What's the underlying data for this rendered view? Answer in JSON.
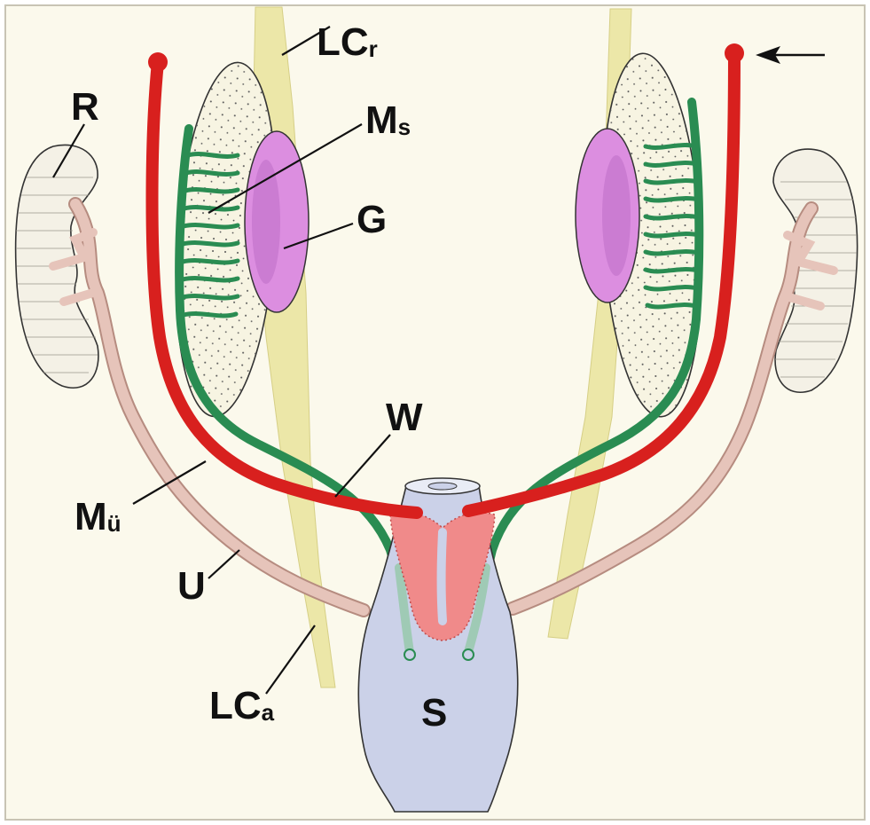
{
  "labels": {
    "lcr_main": "LC",
    "lcr_sub": "r",
    "ms_main": "M",
    "ms_sub": "s",
    "r": "R",
    "g": "G",
    "w": "W",
    "mu_main": "M",
    "mu_sub": "ü",
    "u": "U",
    "lca_main": "LC",
    "lca_sub": "a",
    "s": "S"
  },
  "colors": {
    "paper": "#fbf9ec",
    "red_duct": "#d8201e",
    "green_duct": "#2a8c52",
    "pink_tube": "#d9b0a6",
    "yellow_band": "#ece7a8",
    "gonad": "#dc8ee0",
    "sinus": "#c9d0e6",
    "sinus_inner": "#f08a8a"
  }
}
